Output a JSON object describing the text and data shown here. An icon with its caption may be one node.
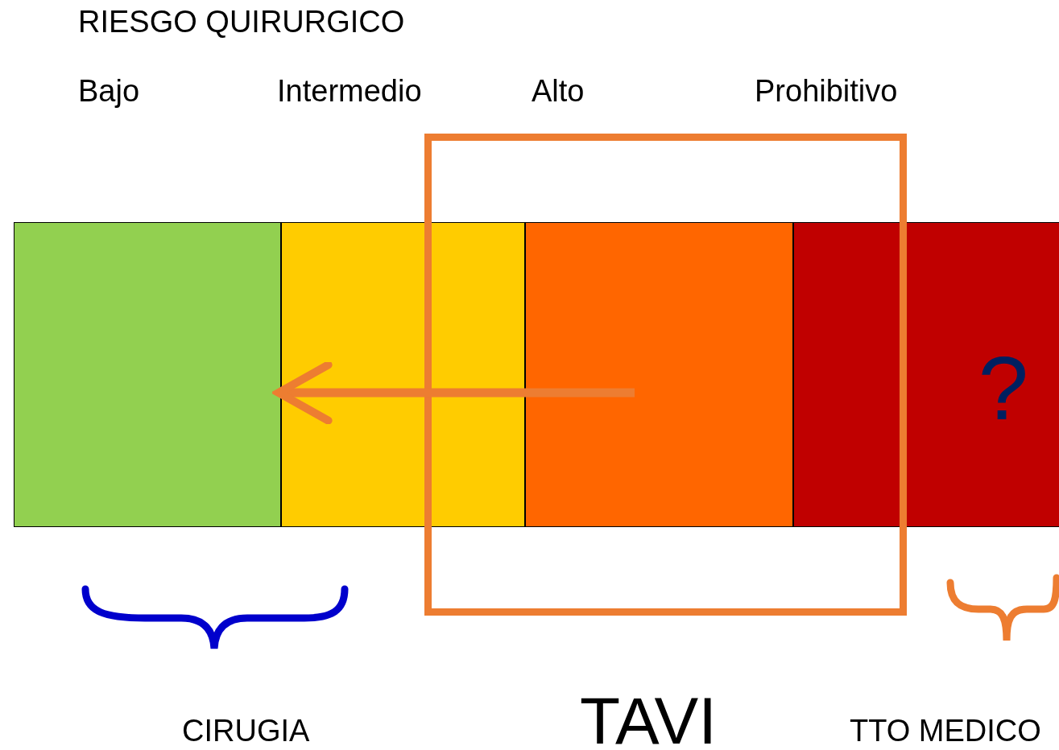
{
  "diagram": {
    "nodes": [
      {
        "text": [],
        "shape": "box"
      },
      {
        "text": [],
        "shape": "box"
      },
      {
        "text": [],
        "shape": "box"
      },
      {
        "text": [
          "?"
        ]
      }
    ],
    "edges": [
      {
        "from": 2,
        "to": 1,
        "arrow": "to"
      }
    ],
    "labels": [
      "RIESGO QUIRURGICO",
      "Bajo",
      "Intermedio",
      "Alto",
      "Prohibitivo",
      "CIRUGIA",
      "TAVI",
      "TTO MEDICO"
    ]
  }
}
